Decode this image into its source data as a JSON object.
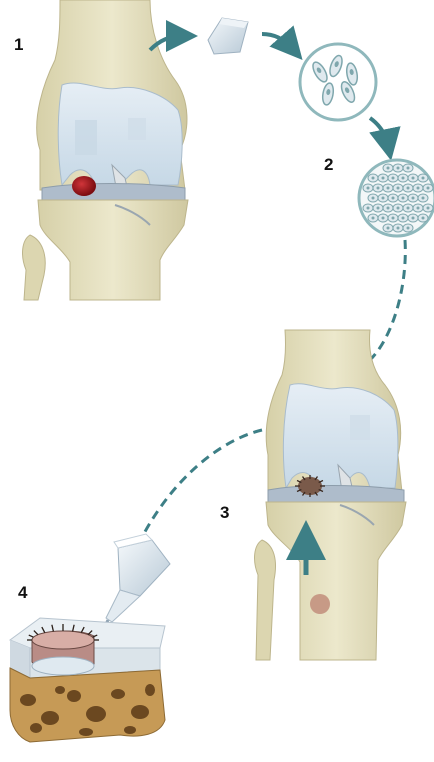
{
  "steps": [
    {
      "label": "1"
    },
    {
      "label": "2"
    },
    {
      "label": "3"
    },
    {
      "label": "4"
    }
  ],
  "colors": {
    "bone": "#e7e3c4",
    "bone_shade": "#c9c39b",
    "cartilage": "#d9e6f0",
    "cartilage_shade": "#b9cfdf",
    "meniscus": "#aeb9c4",
    "defect": "#a3161a",
    "arrow": "#3d7f86",
    "cell_fill": "#dfe9ee",
    "cell_edge": "#7fa7ad",
    "marrow": "#b98b4a",
    "marrow_dark": "#5a3a16",
    "patch": "#c79a86"
  },
  "icons": {
    "biopsy": "cartilage-biopsy-icon",
    "cells_isolated": "isolated-chondrocytes-icon",
    "cells_expanded": "expanded-chondrocytes-icon",
    "implant": "cell-seeded-scaffold-icon",
    "applicator": "syringe-applicator-icon"
  }
}
